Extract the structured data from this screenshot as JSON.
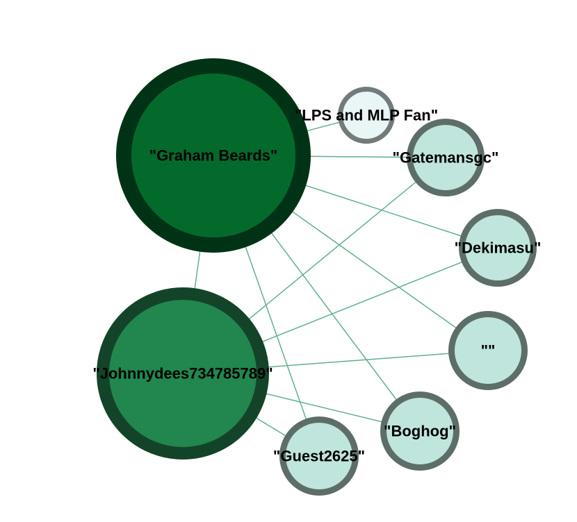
{
  "graph": {
    "nodes": [
      {
        "id": "graham",
        "label": "\"Graham Beards\"",
        "fill": "#046a2c",
        "stroke": "#003316",
        "slug": "graham-beards"
      },
      {
        "id": "johnny",
        "label": "\"Johnnydees734785789\"",
        "fill": "#21874e",
        "stroke": "#134429",
        "slug": "johnnydees734785789"
      },
      {
        "id": "lps",
        "label": "\"LPS and MLP Fan\"",
        "fill": "#eaf6f6",
        "stroke": "#737a79",
        "slug": "lps-and-mlp-fan"
      },
      {
        "id": "gatemansgc",
        "label": "\"Gatemansgc\"",
        "fill": "#c0e5dc",
        "stroke": "#5d6e69",
        "slug": "gatemansgc"
      },
      {
        "id": "dekimasu",
        "label": "\"Dekimasu\"",
        "fill": "#c0e5dc",
        "stroke": "#5d6e69",
        "slug": "dekimasu"
      },
      {
        "id": "empty",
        "label": "\"\"",
        "fill": "#c0e5dc",
        "stroke": "#5d6e69",
        "slug": "empty-name"
      },
      {
        "id": "boghog",
        "label": "\"Boghog\"",
        "fill": "#c0e5dc",
        "stroke": "#5d6e69",
        "slug": "boghog"
      },
      {
        "id": "guest",
        "label": "\"Guest2625\"",
        "fill": "#c0e5dc",
        "stroke": "#5d6e69",
        "slug": "guest2625"
      }
    ],
    "edges": [
      {
        "source": "graham",
        "target": "johnny"
      },
      {
        "source": "graham",
        "target": "lps"
      },
      {
        "source": "graham",
        "target": "gatemansgc"
      },
      {
        "source": "graham",
        "target": "dekimasu"
      },
      {
        "source": "graham",
        "target": "empty"
      },
      {
        "source": "graham",
        "target": "boghog"
      },
      {
        "source": "graham",
        "target": "guest"
      },
      {
        "source": "johnny",
        "target": "gatemansgc"
      },
      {
        "source": "johnny",
        "target": "dekimasu"
      },
      {
        "source": "johnny",
        "target": "empty"
      },
      {
        "source": "johnny",
        "target": "boghog"
      },
      {
        "source": "johnny",
        "target": "guest"
      }
    ],
    "edge_color": "#5fb08a"
  }
}
